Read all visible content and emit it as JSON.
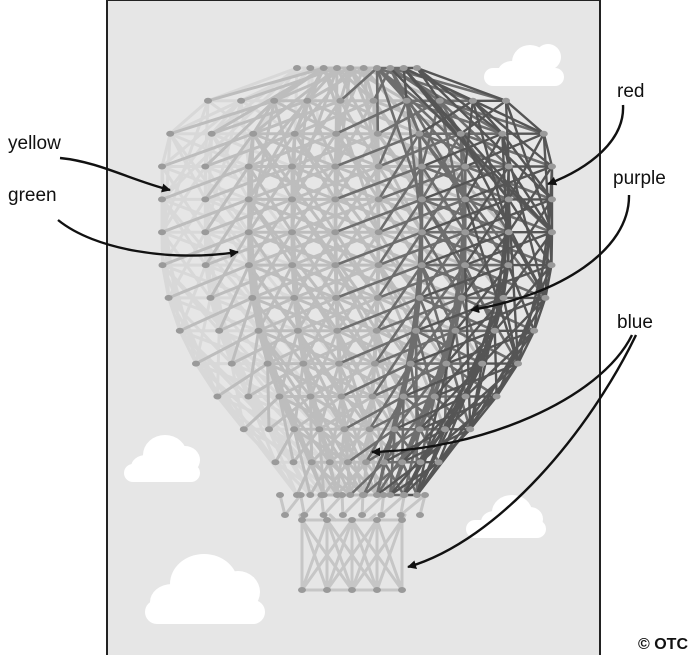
{
  "labels": {
    "yellow": "yellow",
    "green": "green",
    "red": "red",
    "purple": "purple",
    "blue": "blue"
  },
  "copyright": "© OTC",
  "colors": {
    "panel": "#e6e6e6",
    "panel_border": "#222222",
    "cloud": "#ffffff",
    "string_light": "#d8d8d8",
    "string_mid": "#bdbdbd",
    "string_dark": "#6e6e6e",
    "string_darkest": "#555555",
    "nail": "#9a9a9a",
    "arrow": "#111111"
  }
}
